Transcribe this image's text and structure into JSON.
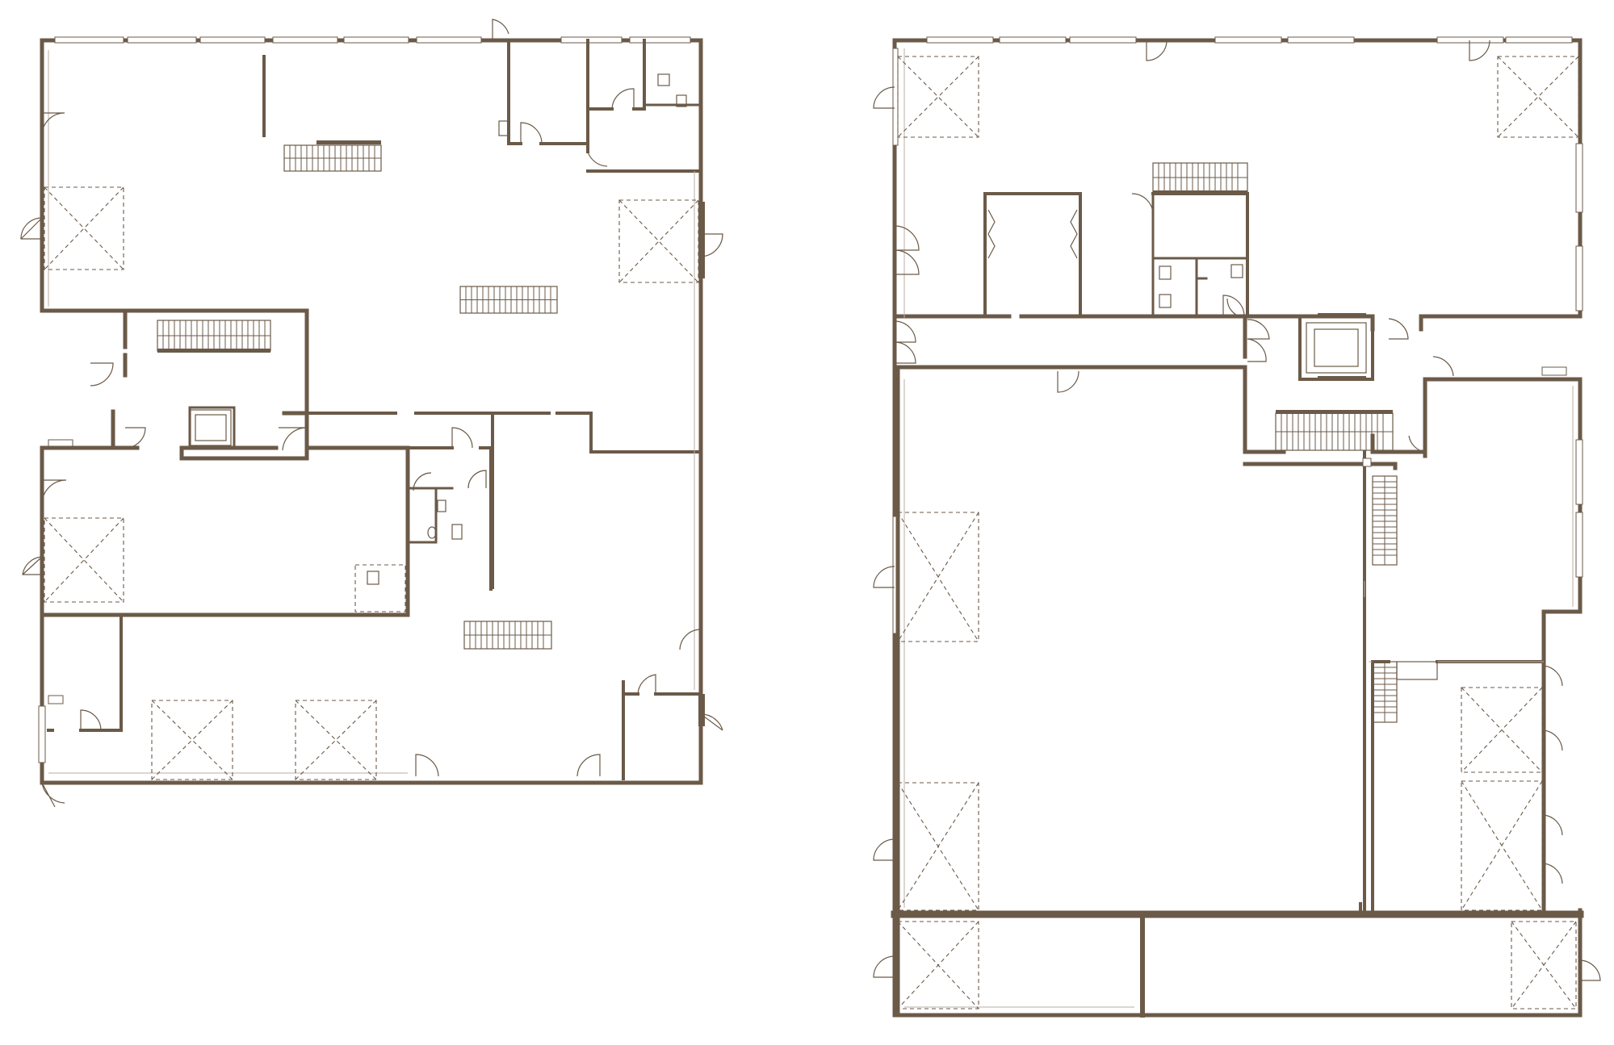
{
  "diagram": {
    "type": "floor-plan",
    "plans": [
      {
        "id": "left-plan",
        "description_visible_text": ""
      },
      {
        "id": "right-plan",
        "description_visible_text": ""
      }
    ],
    "colors": {
      "wall": "#6b5a48",
      "background": "#ffffff",
      "thin_line": "#b9aea3"
    },
    "icons": [
      "stair-icon",
      "elevator-icon",
      "toilet-icon",
      "door-swing-icon",
      "skylight-icon",
      "window-icon"
    ]
  }
}
